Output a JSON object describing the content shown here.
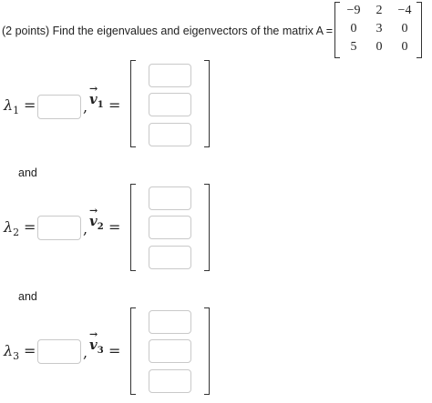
{
  "prompt": {
    "text": "(2 points) Find the eigenvalues and eigenvectors of the matrix A =",
    "matrix_label": "A ="
  },
  "matrix": {
    "rows": [
      [
        "−9",
        "2",
        "−4"
      ],
      [
        "0",
        "3",
        "0"
      ],
      [
        "5",
        "0",
        "0"
      ]
    ]
  },
  "pairs": [
    {
      "lambda_label": "λ",
      "index": "1",
      "equals": "=",
      "comma": ",",
      "vector_label": "v",
      "vec_equals": "=",
      "lambda_value": "",
      "vector_values": [
        "",
        "",
        ""
      ]
    },
    {
      "lambda_label": "λ",
      "index": "2",
      "equals": "=",
      "comma": ",",
      "vector_label": "v",
      "vec_equals": "=",
      "lambda_value": "",
      "vector_values": [
        "",
        "",
        ""
      ]
    },
    {
      "lambda_label": "λ",
      "index": "3",
      "equals": "=",
      "comma": ",",
      "vector_label": "v",
      "vec_equals": "=",
      "lambda_value": "",
      "vector_values": [
        "",
        "",
        ""
      ]
    }
  ],
  "separators": [
    "and",
    "and"
  ]
}
